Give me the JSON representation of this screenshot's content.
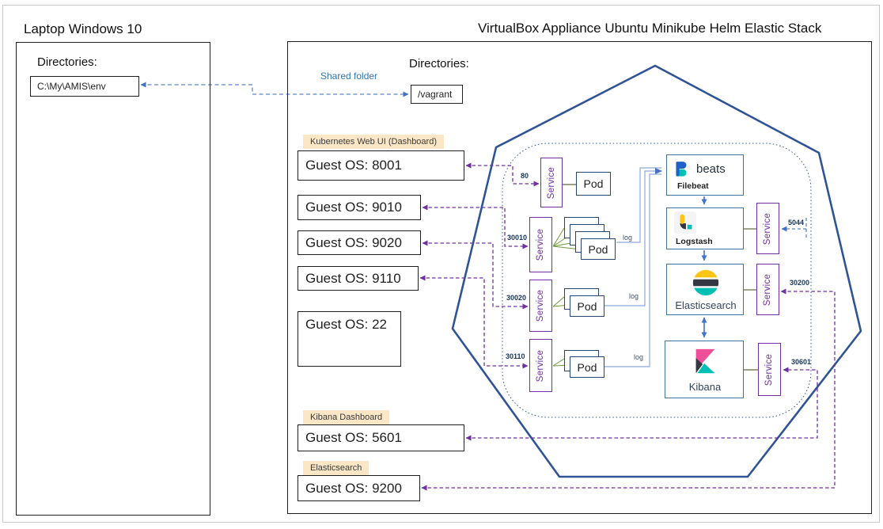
{
  "host": {
    "title": "Laptop Windows 10",
    "directories_label": "Directories:",
    "path": "C:\\My\\AMIS\\env"
  },
  "shared_folder": {
    "label": "Shared folder"
  },
  "vm": {
    "title": "VirtualBox Appliance Ubuntu Minikube Helm Elastic Stack",
    "directories_label": "Directories:",
    "path": "/vagrant"
  },
  "guest_ports": [
    {
      "tag": "Kubernetes Web UI (Dashboard)",
      "label": "Guest OS: 8001"
    },
    {
      "label": "Guest OS: 9010"
    },
    {
      "label": "Guest OS: 9020"
    },
    {
      "label": "Guest OS: 9110"
    },
    {
      "label": "Guest OS: 22"
    },
    {
      "tag": "Kibana Dashboard",
      "label": "Guest OS: 5601"
    },
    {
      "tag": "Elasticsearch",
      "label": "Guest OS: 9200"
    }
  ],
  "cluster": {
    "service_label": "Service",
    "pod_label": "Pod",
    "log_label": "log",
    "node_ports": [
      "80",
      "30010",
      "30020",
      "30110"
    ],
    "service_ports": [
      "5044",
      "30200",
      "30601"
    ],
    "components": {
      "filebeat": {
        "brand": "beats",
        "name": "Filebeat"
      },
      "logstash": {
        "name": "Logstash"
      },
      "elasticsearch": {
        "name": "Elasticsearch"
      },
      "kibana": {
        "name": "Kibana"
      }
    }
  },
  "colors": {
    "purple_dash": "#7030a0",
    "navy_outline": "#2f5496",
    "blue_arrow": "#4472c4",
    "shared_blue": "#5b86c5",
    "log_line": "#8ea9db",
    "green_fan": "#6f9a3d",
    "olive_link": "#65683b",
    "tag_bg": "#fbe7c6",
    "elastic_yellow": "#fec514",
    "elastic_dark": "#343741",
    "elastic_teal": "#00bfb3",
    "kibana_pink": "#f04e98",
    "beats_blue": "#2160c4"
  }
}
